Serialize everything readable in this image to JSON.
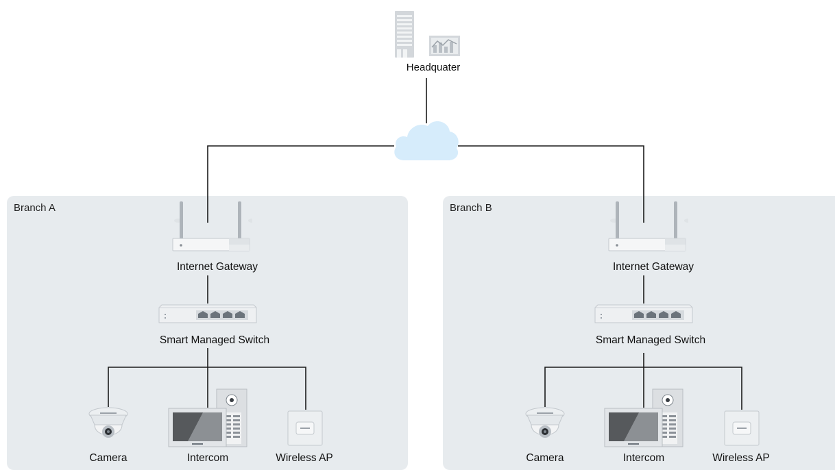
{
  "headquarters": {
    "label": "Headquater"
  },
  "branches": [
    {
      "title": "Branch A",
      "gateway_label": "Internet Gateway",
      "switch_label": "Smart Managed Switch",
      "devices": [
        {
          "label": "Camera",
          "icon": "dome-camera-icon"
        },
        {
          "label": "Intercom",
          "icon": "intercom-icon"
        },
        {
          "label": "Wireless AP",
          "icon": "wireless-ap-icon"
        }
      ]
    },
    {
      "title": "Branch B",
      "gateway_label": "Internet Gateway",
      "switch_label": "Smart Managed Switch",
      "devices": [
        {
          "label": "Camera",
          "icon": "dome-camera-icon"
        },
        {
          "label": "Intercom",
          "icon": "intercom-icon"
        },
        {
          "label": "Wireless AP",
          "icon": "wireless-ap-icon"
        }
      ]
    }
  ],
  "colors": {
    "panel": "#e7ebee",
    "cloud": "#d6ecfb",
    "line": "#1a1a1a",
    "device_gray": "#c9ced3"
  }
}
